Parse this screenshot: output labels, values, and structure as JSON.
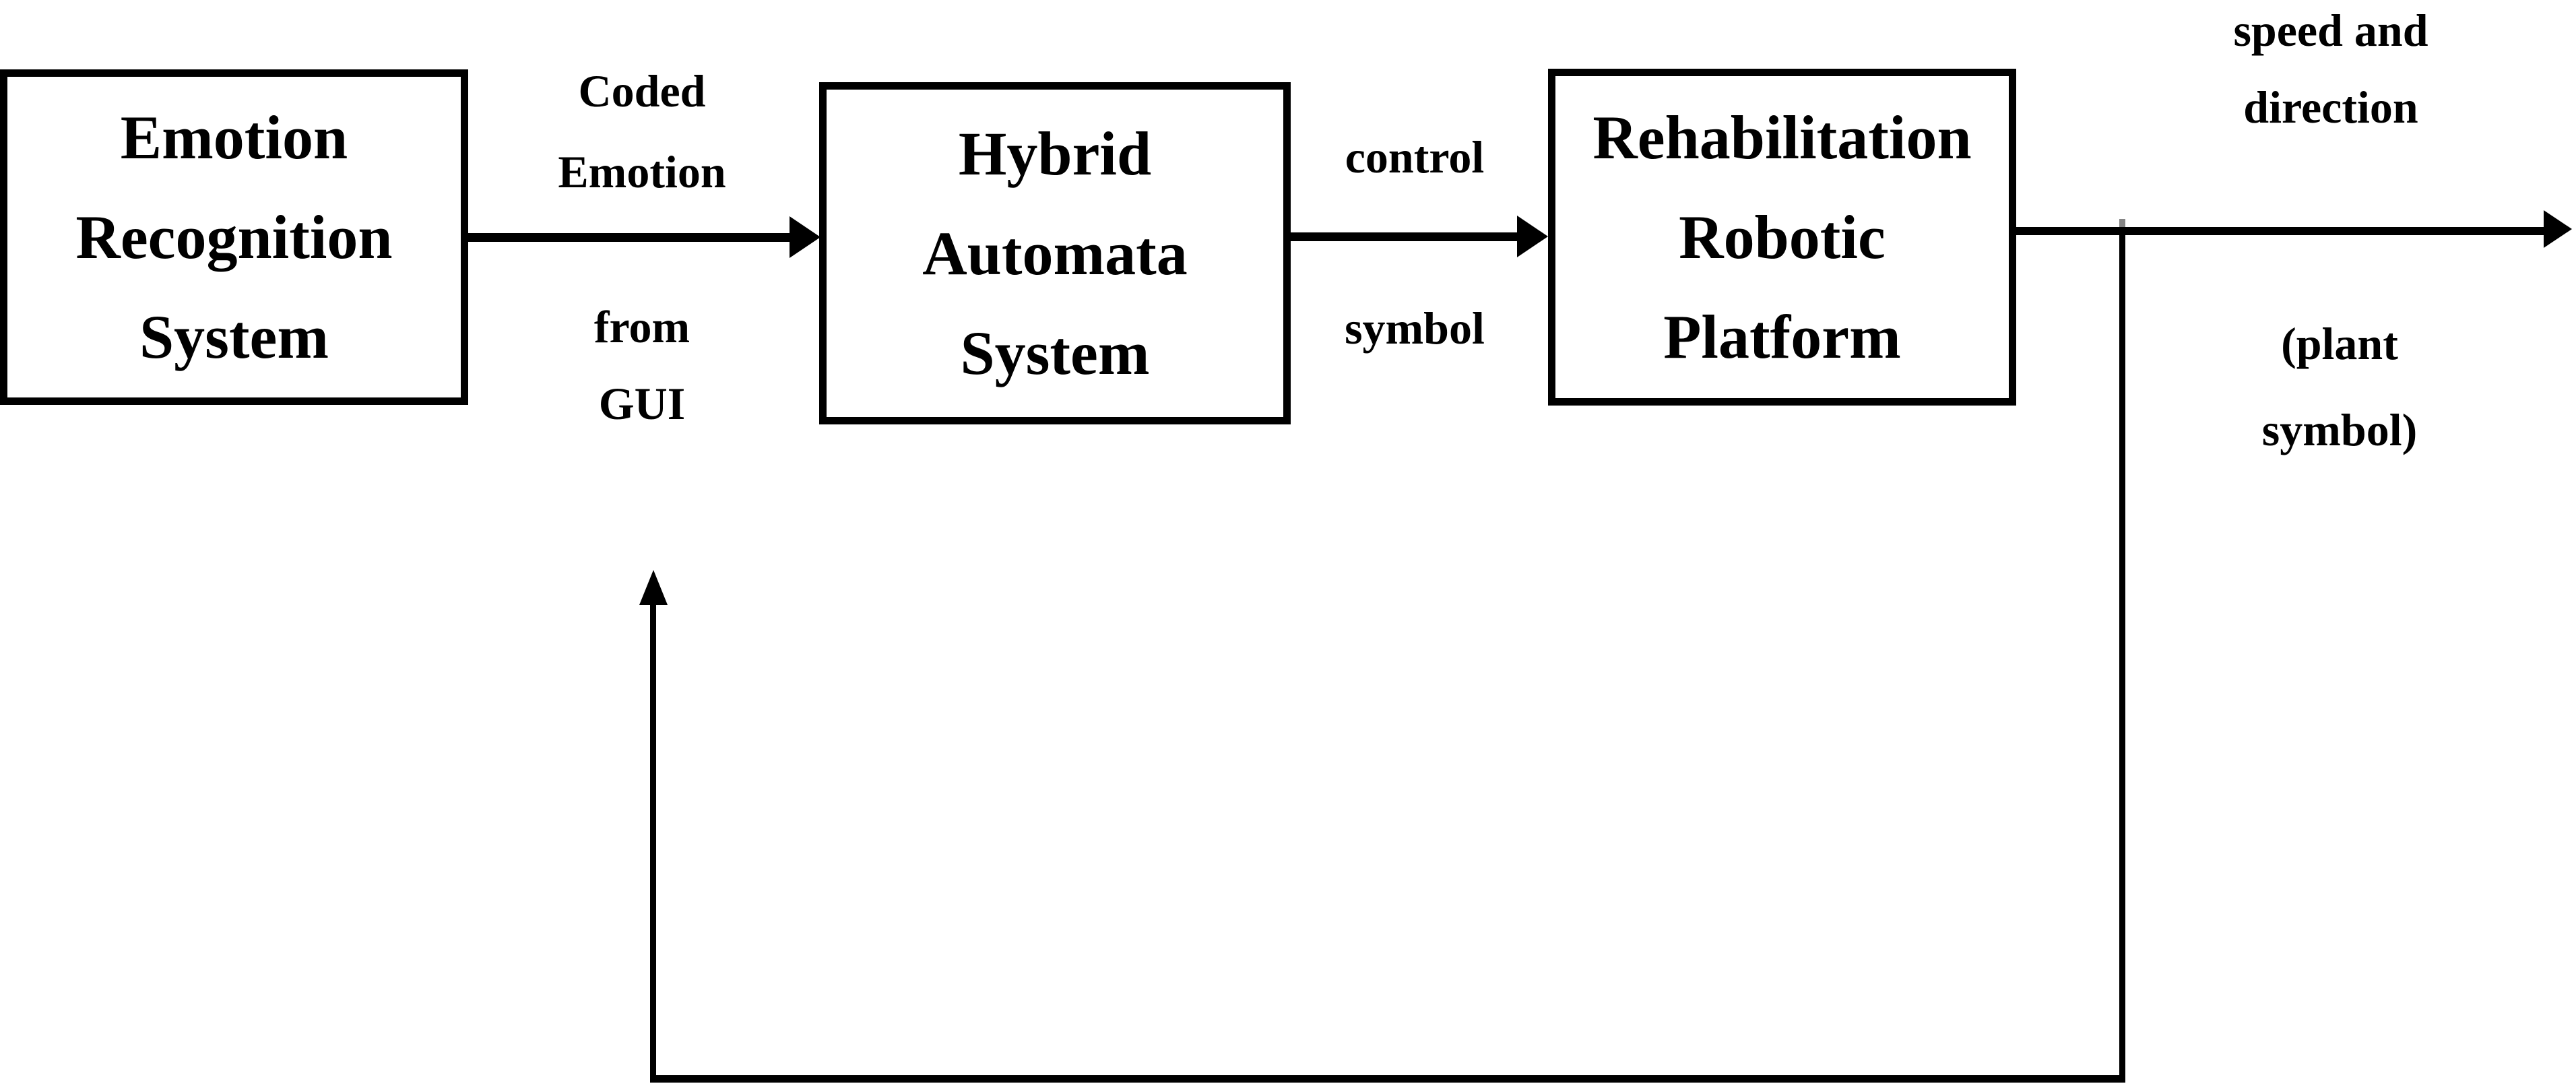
{
  "canvas": {
    "background_color": "#ffffff",
    "line_color": "#000000"
  },
  "boxes": [
    {
      "id": "emotion-recognition-system",
      "label": "Emotion\nRecognition\nSystem"
    },
    {
      "id": "hybrid-automata-system",
      "label": "Hybrid\nAutomata\nSystem"
    },
    {
      "id": "rehabilitation-robotic-platform",
      "label": "Rehabilitation\nRobotic\nPlatform"
    }
  ],
  "edge_labels": {
    "coded_emotion": "Coded\nEmotion",
    "from_gui": "from\nGUI",
    "control": "control",
    "symbol": "symbol",
    "speed_and_direction": "speed and\ndirection",
    "plant_symbol": "(plant\nsymbol)"
  }
}
